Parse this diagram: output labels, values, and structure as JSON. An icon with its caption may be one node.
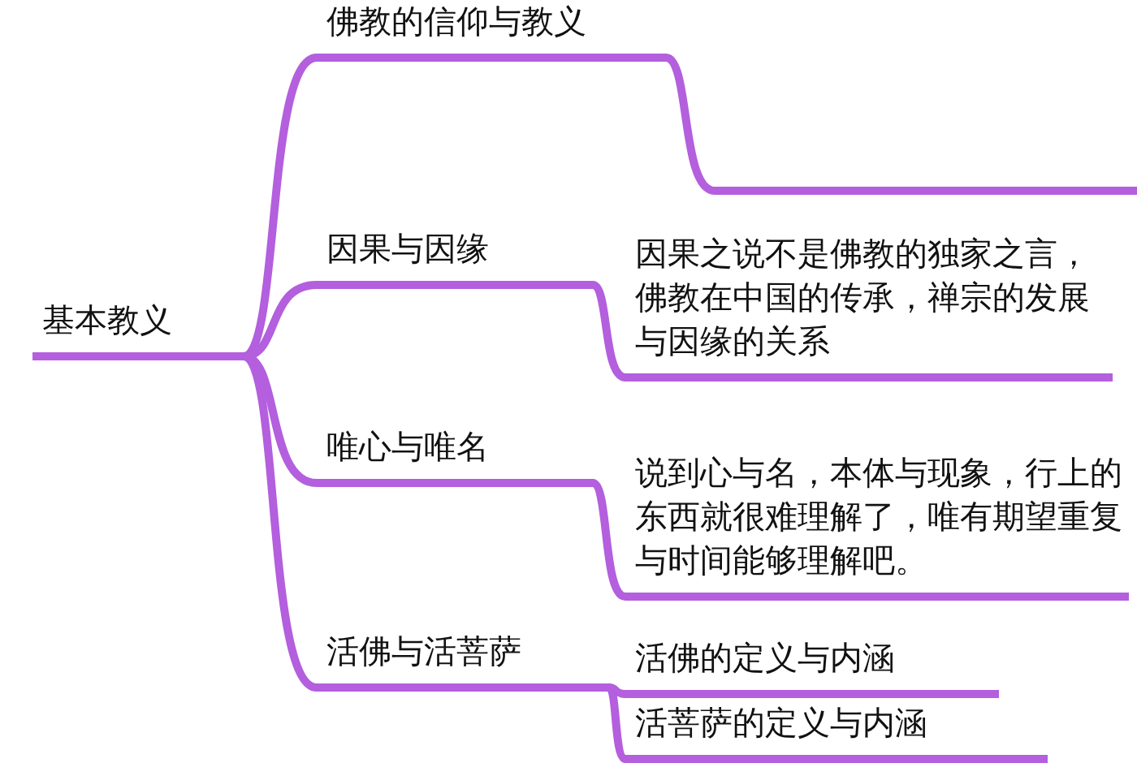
{
  "diagram": {
    "nodes": [
      {
        "text": [
          "基本教义"
        ]
      },
      {
        "text": [
          "佛教的信仰与教义"
        ]
      },
      {
        "text": [],
        "shape": "bar"
      },
      {
        "text": [
          "因果与因缘"
        ]
      },
      {
        "text": [
          "因果之说不是佛教的独家之言，佛教在中国的传承，禅宗的发展与因缘的关系"
        ]
      },
      {
        "text": [
          "唯心与唯名"
        ]
      },
      {
        "text": [
          "说到心与名，本体与现象，行上的东西就很难理解了，唯有期望重复与时间能够理解吧。"
        ]
      },
      {
        "text": [
          "活佛与活菩萨"
        ]
      },
      {
        "text": [
          "活佛的定义与内涵"
        ]
      },
      {
        "text": [
          "活菩萨的定义与内涵"
        ]
      }
    ],
    "edges": [
      {
        "from": 0,
        "to": 1,
        "arrow": "none"
      },
      {
        "from": 1,
        "to": 2,
        "arrow": "none"
      },
      {
        "from": 0,
        "to": 3,
        "arrow": "none"
      },
      {
        "from": 3,
        "to": 4,
        "arrow": "none"
      },
      {
        "from": 0,
        "to": 5,
        "arrow": "none"
      },
      {
        "from": 5,
        "to": 6,
        "arrow": "none"
      },
      {
        "from": 0,
        "to": 7,
        "arrow": "none"
      },
      {
        "from": 7,
        "to": 8,
        "arrow": "none"
      },
      {
        "from": 7,
        "to": 9,
        "arrow": "none"
      }
    ]
  }
}
